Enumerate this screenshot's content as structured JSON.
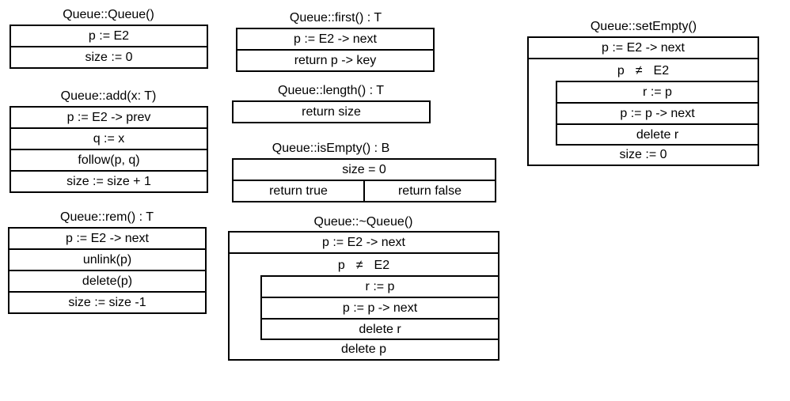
{
  "constructor": {
    "title": "Queue::Queue()",
    "rows": [
      "p := E2",
      "size := 0"
    ]
  },
  "add": {
    "title": "Queue::add(x: T)",
    "rows": [
      "p := E2 -> prev",
      "q := x",
      "follow(p, q)",
      "size := size + 1"
    ]
  },
  "rem": {
    "title": "Queue::rem() : T",
    "rows": [
      "p := E2 -> next",
      "unlink(p)",
      "delete(p)",
      "size := size -1"
    ]
  },
  "first": {
    "title": "Queue::first() : T",
    "rows": [
      "p := E2 -> next",
      "return p -> key"
    ]
  },
  "length": {
    "title": "Queue::length() : T",
    "rows": [
      "return size"
    ]
  },
  "isEmpty": {
    "title": "Queue::isEmpty() : B",
    "condition": "size = 0",
    "then": "return true",
    "else": "return false"
  },
  "destructor": {
    "title": "Queue::~Queue()",
    "init": "p := E2 -> next",
    "loop_var": "p",
    "loop_op": "≠",
    "loop_target": "E2",
    "body": [
      "r := p",
      "p := p -> next",
      "delete r"
    ],
    "after": "delete p"
  },
  "setEmpty": {
    "title": "Queue::setEmpty()",
    "init": "p := E2 -> next",
    "loop_var": "p",
    "loop_op": "≠",
    "loop_target": "E2",
    "body": [
      "r := p",
      "p := p -> next",
      "delete r"
    ],
    "after": "size := 0"
  }
}
